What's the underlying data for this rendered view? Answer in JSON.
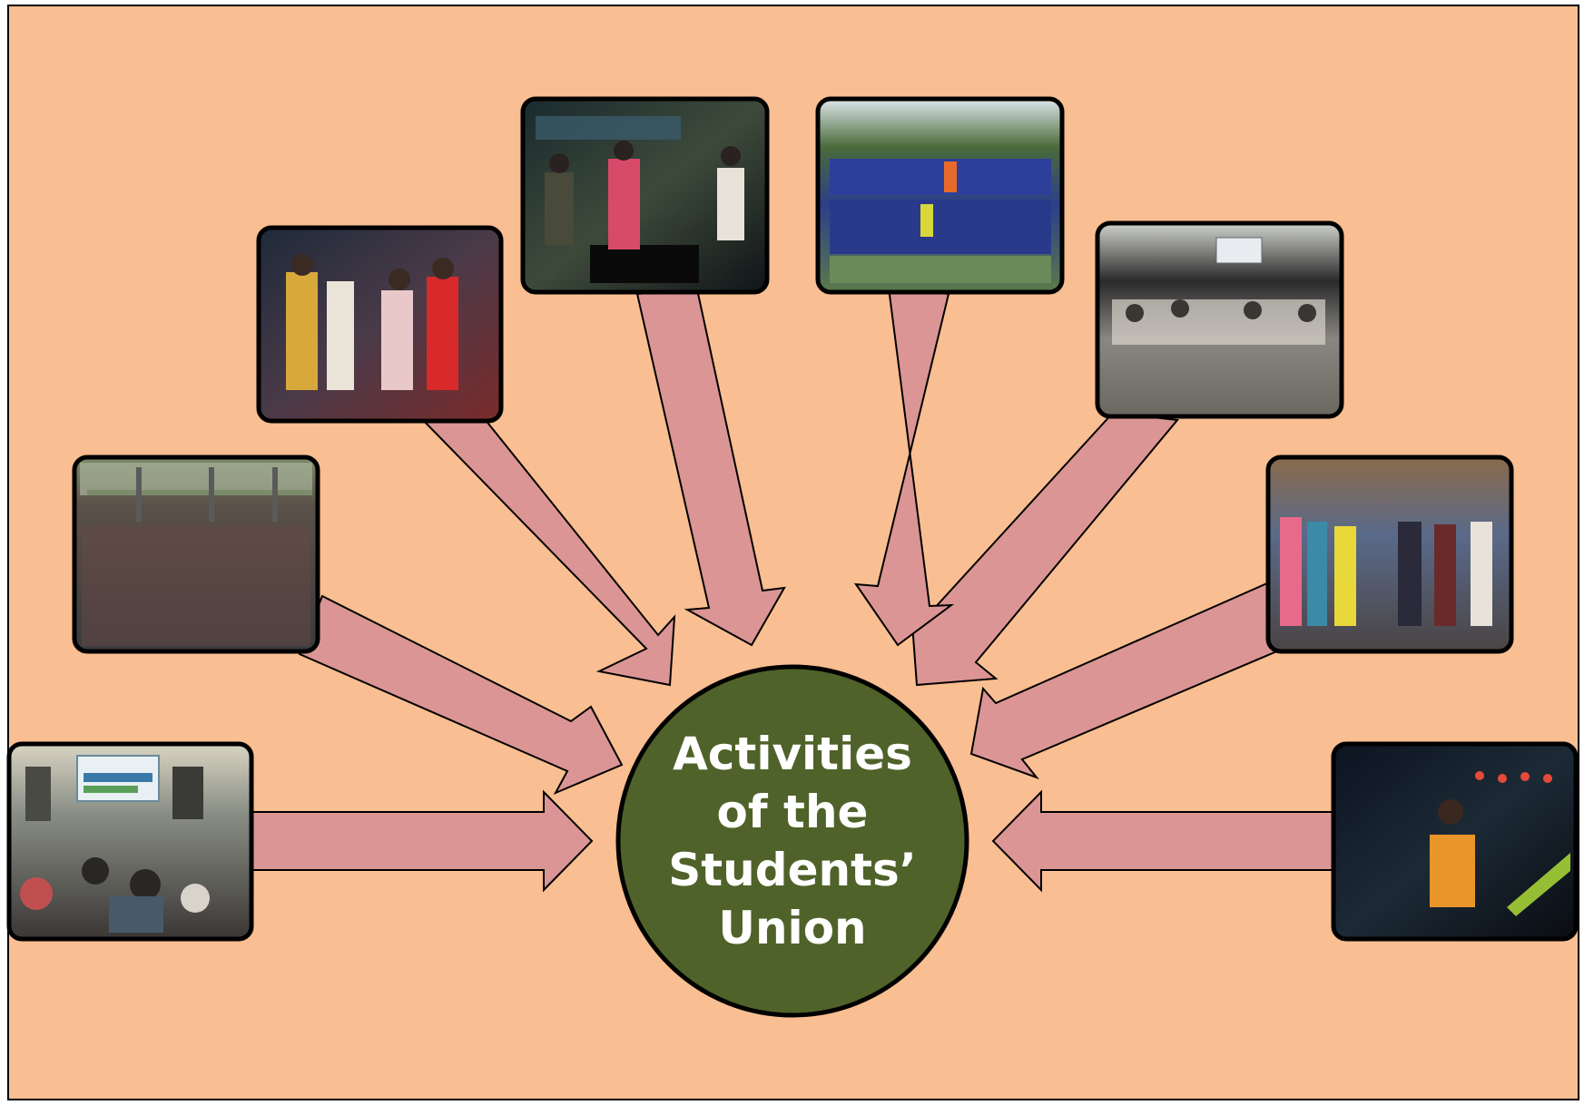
{
  "colors": {
    "background": "#f9be91",
    "arrow_fill": "#db9594",
    "circle_fill": "#4f6229",
    "outline": "#000000"
  },
  "center": {
    "line1": "Activities",
    "line2": "of the",
    "line3": "Students’",
    "line4": "Union"
  },
  "photos": [
    {
      "id": "orientation-session"
    },
    {
      "id": "audience-crowd"
    },
    {
      "id": "lamp-lighting"
    },
    {
      "id": "band-performance"
    },
    {
      "id": "football-team"
    },
    {
      "id": "community-meal"
    },
    {
      "id": "group-gathering"
    },
    {
      "id": "dance-performance"
    }
  ]
}
